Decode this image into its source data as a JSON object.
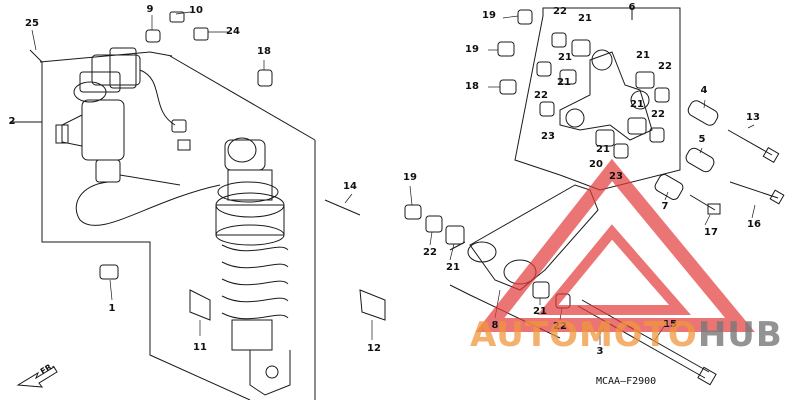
{
  "diagram": {
    "part_labels": [
      {
        "id": "p25a",
        "text": "25"
      },
      {
        "id": "p9",
        "text": "9"
      },
      {
        "id": "p10",
        "text": "10"
      },
      {
        "id": "p24",
        "text": "24"
      },
      {
        "id": "p18a",
        "text": "18"
      },
      {
        "id": "p2",
        "text": "2"
      },
      {
        "id": "p14",
        "text": "14"
      },
      {
        "id": "p1",
        "text": "1"
      },
      {
        "id": "p11",
        "text": "11"
      },
      {
        "id": "p12",
        "text": "12"
      },
      {
        "id": "p19a",
        "text": "19"
      },
      {
        "id": "p19b",
        "text": "19"
      },
      {
        "id": "p18b",
        "text": "18"
      },
      {
        "id": "p6",
        "text": "6"
      },
      {
        "id": "p22a",
        "text": "22"
      },
      {
        "id": "p21a",
        "text": "21"
      },
      {
        "id": "p21b",
        "text": "21"
      },
      {
        "id": "p21c",
        "text": "21"
      },
      {
        "id": "p22b",
        "text": "22"
      },
      {
        "id": "p21d",
        "text": "21"
      },
      {
        "id": "p22c",
        "text": "22"
      },
      {
        "id": "p21e",
        "text": "21"
      },
      {
        "id": "p23a",
        "text": "23"
      },
      {
        "id": "p21f",
        "text": "21"
      },
      {
        "id": "p22d",
        "text": "22"
      },
      {
        "id": "p20",
        "text": "20"
      },
      {
        "id": "p23b",
        "text": "23"
      },
      {
        "id": "p4",
        "text": "4"
      },
      {
        "id": "p13",
        "text": "13"
      },
      {
        "id": "p5",
        "text": "5"
      },
      {
        "id": "p19c",
        "text": "19"
      },
      {
        "id": "p7",
        "text": "7"
      },
      {
        "id": "p17",
        "text": "17"
      },
      {
        "id": "p16",
        "text": "16"
      },
      {
        "id": "p22e",
        "text": "22"
      },
      {
        "id": "p21g",
        "text": "21"
      },
      {
        "id": "p8",
        "text": "8"
      },
      {
        "id": "p21h",
        "text": "21"
      },
      {
        "id": "p22f",
        "text": "22"
      },
      {
        "id": "p15",
        "text": "15"
      },
      {
        "id": "p3",
        "text": "3"
      }
    ],
    "direction_label": "FR.",
    "diagram_code": "MCAA—F2900"
  },
  "watermark": {
    "part1": "AUTOMOTO",
    "part2": "HUB"
  },
  "colors": {
    "line": "#1a1a1a",
    "watermark_orange": "#f0963c",
    "watermark_red": "#e23a3a"
  }
}
